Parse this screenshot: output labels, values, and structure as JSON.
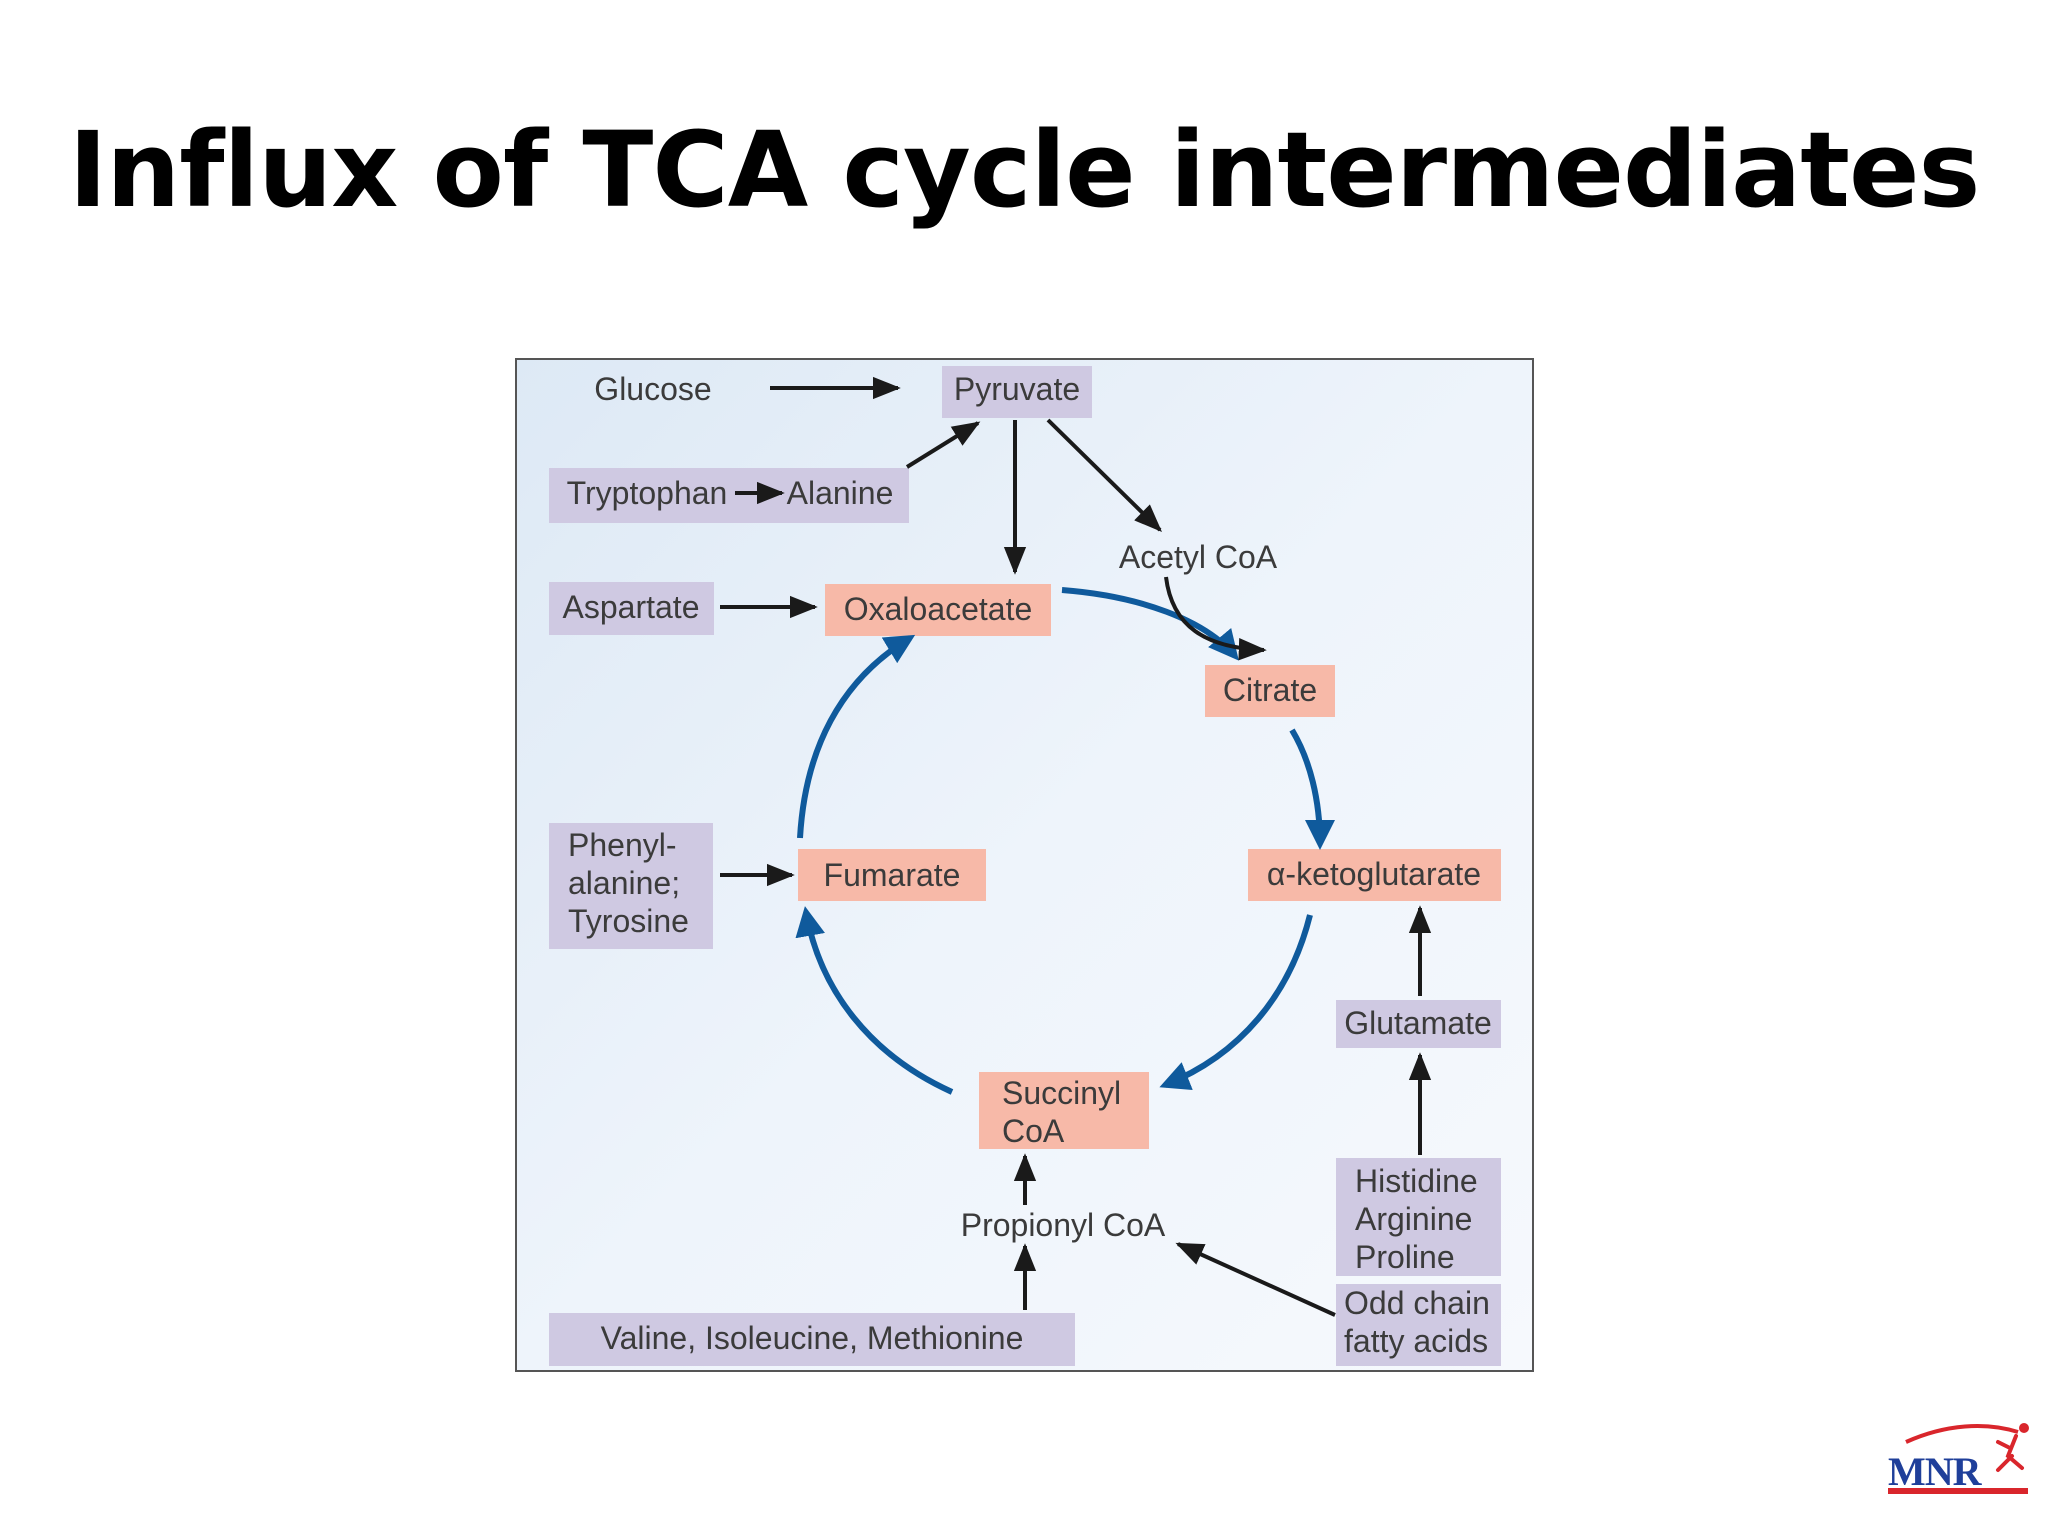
{
  "slide": {
    "title": "Influx of TCA cycle intermediates"
  },
  "diagram": {
    "nodes": {
      "glucose": "Glucose",
      "pyruvate": "Pyruvate",
      "tryptophan": "Tryptophan",
      "alanine": "Alanine",
      "acetyl_coa": "Acetyl CoA",
      "aspartate": "Aspartate",
      "oxaloacetate": "Oxaloacetate",
      "citrate": "Citrate",
      "phenylalanine_line1": "Phenyl-",
      "phenylalanine_line2": "alanine;",
      "tyrosine": "Tyrosine",
      "fumarate": "Fumarate",
      "alpha_ketoglutarate": "α-ketoglutarate",
      "glutamate": "Glutamate",
      "succinyl_coa_line1": "Succinyl",
      "succinyl_coa_line2": "CoA",
      "histidine": "Histidine",
      "arginine": "Arginine",
      "proline": "Proline",
      "propionyl_coa": "Propionyl CoA",
      "odd_chain_line1": "Odd chain",
      "odd_chain_line2": "fatty acids",
      "valine_isoleucine_methionine": "Valine, Isoleucine, Methionine"
    },
    "colors": {
      "panel_background": "#e8f1f9",
      "panel_border": "#555555",
      "precursor_box": "#cfc9e2",
      "intermediate_box": "#f7b9a8",
      "cycle_arrow": "#0f5a9c",
      "feed_arrow": "#1a1a1a"
    }
  },
  "logo": {
    "text": "MNR"
  }
}
